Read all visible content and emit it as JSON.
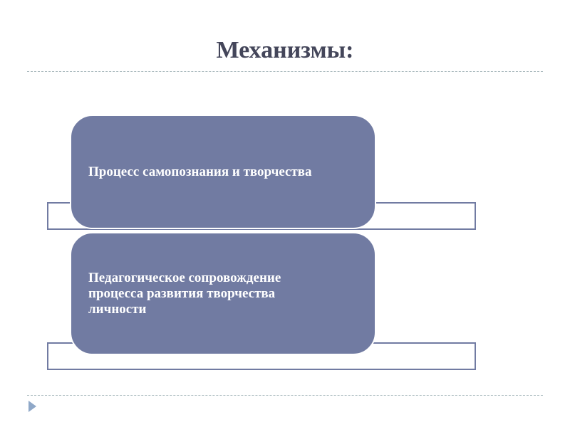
{
  "slide": {
    "title": "Механизмы:",
    "items": [
      {
        "label": "Процесс самопознания и творчества"
      },
      {
        "label": "Педагогическое сопровождение процесса развития творчества личности"
      }
    ],
    "colors": {
      "box": "#717ba2",
      "title": "#44465a"
    }
  }
}
